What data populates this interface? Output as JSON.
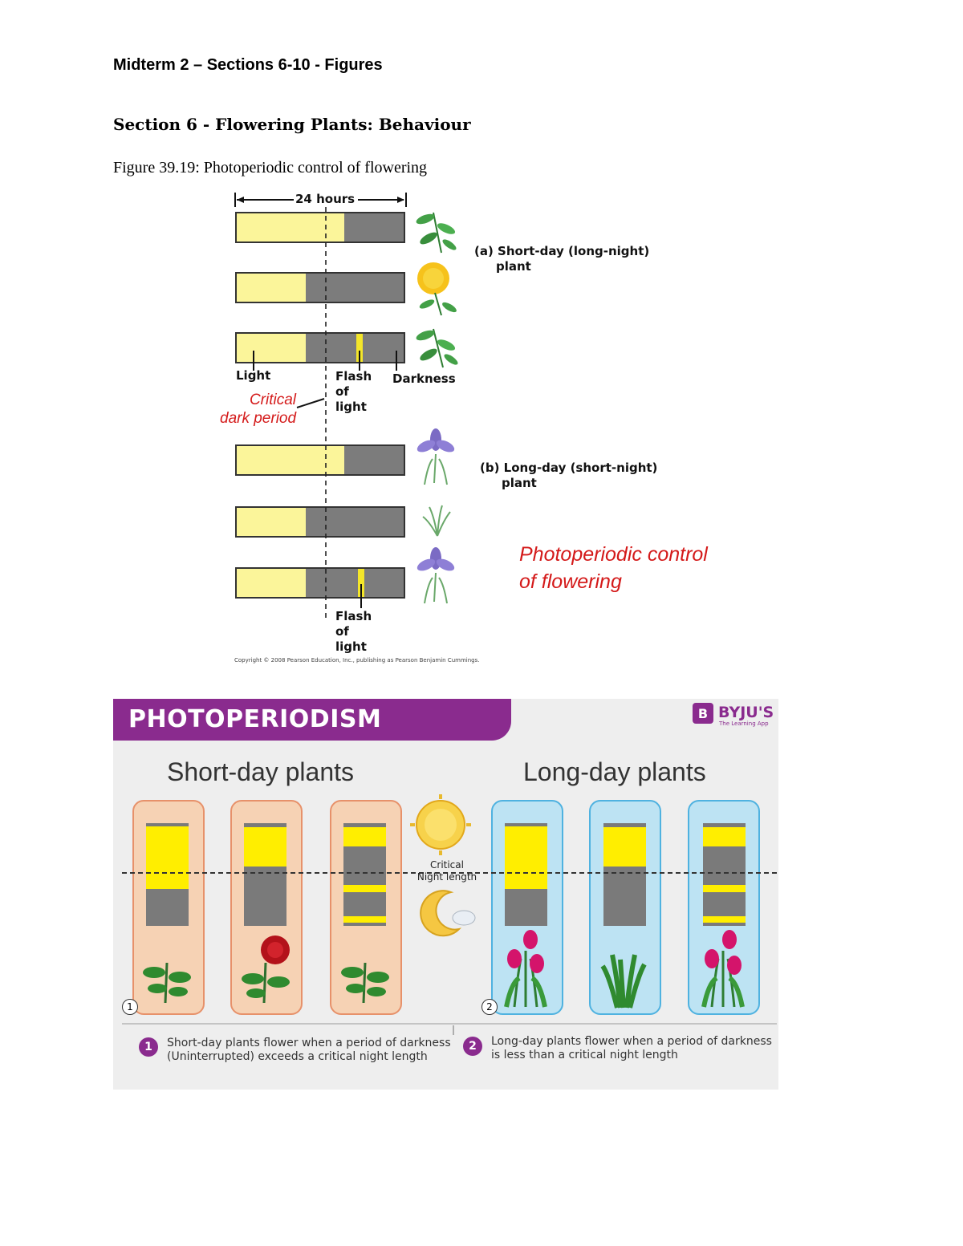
{
  "header": {
    "doc_title": "Midterm 2 – Sections 6-10 - Figures",
    "section_title": "Section 6 - Flowering Plants: Behaviour",
    "figure_caption": "Figure 39.19: Photoperiodic control of flowering"
  },
  "figure1": {
    "hours_label": "24 hours",
    "short_day_label_line1": "(a) Short-day (long-night)",
    "short_day_label_line2": "plant",
    "long_day_label_line1": "(b) Long-day (short-night)",
    "long_day_label_line2": "plant",
    "light_label": "Light",
    "flash_label_1": "Flash",
    "flash_label_2": "of",
    "flash_label_3": "light",
    "darkness_label": "Darkness",
    "critical_label_line1": "Critical",
    "critical_label_line2": "dark period",
    "big_title_line1": "Photoperiodic control",
    "big_title_line2": "of flowering",
    "copyright": "Copyright © 2008 Pearson Education, Inc., publishing as Pearson Benjamin Cummings.",
    "colors": {
      "light": "#fbf59a",
      "dark": "#7c7c7c",
      "flash": "#f4e62a",
      "red": "#d41a1a"
    }
  },
  "figure2": {
    "banner": "PHOTOPERIODISM",
    "brand": "BYJU'S",
    "brand_sub": "The Learning App",
    "short_day_title": "Short-day plants",
    "long_day_title": "Long-day plants",
    "critical_line1": "Critical",
    "critical_line2": "Night length",
    "num1": "1",
    "num2": "2",
    "note1_line1": "Short-day plants flower when a period of darkness",
    "note1_line2": "(Uninterrupted) exceeds a critical night length",
    "note2_line1": "Long-day plants flower when a period of darkness",
    "note2_line2": "is less than a critical night length",
    "colors": {
      "purple": "#8a2b8e",
      "yellow": "#ffee00",
      "gray": "#7a7a7a",
      "sd_card": "#f6d2b4",
      "ld_card": "#bde3f3"
    }
  }
}
